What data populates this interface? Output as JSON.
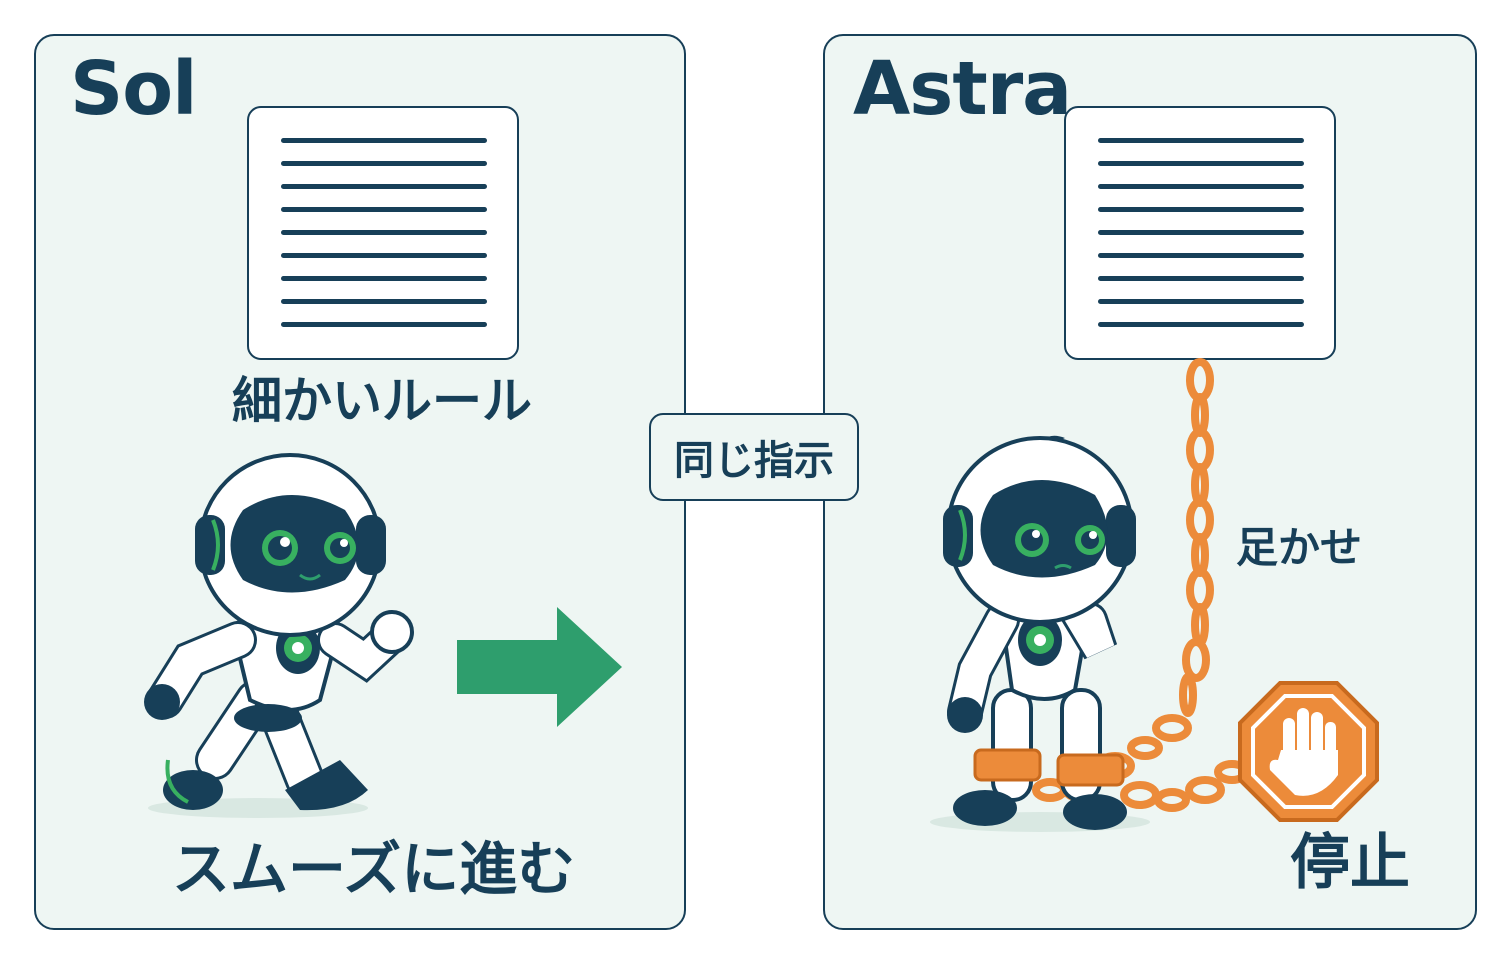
{
  "left_panel": {
    "title": "Sol",
    "rules_label": "細かいルール",
    "result_label": "スムーズに進む"
  },
  "center": {
    "badge_label": "同じ指示"
  },
  "right_panel": {
    "title": "Astra",
    "shackle_label": "足かせ",
    "result_label": "停止"
  },
  "colors": {
    "navy": "#173f58",
    "panel_bg": "#eef6f3",
    "arrow_green": "#2e9e6d",
    "chain_orange": "#ec8b3a",
    "accent_green": "#38b060"
  },
  "icons": [
    "document-icon",
    "robot-walking-icon",
    "arrow-right-icon",
    "chain-icon",
    "shackle-icon",
    "robot-confused-icon",
    "stop-sign-icon",
    "hand-icon"
  ]
}
